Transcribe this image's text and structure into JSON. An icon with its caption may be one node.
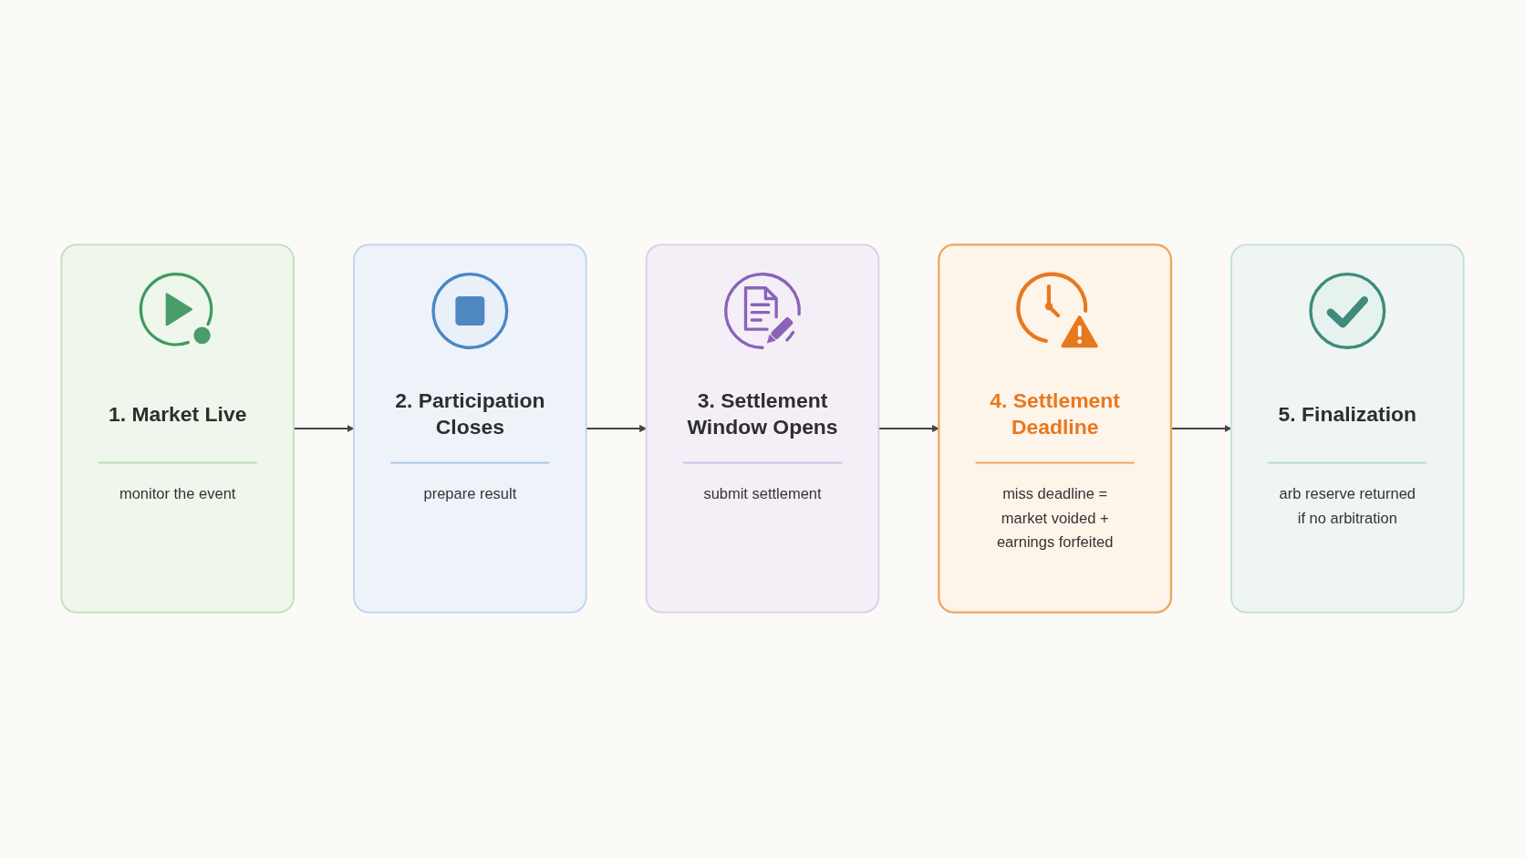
{
  "diagram": {
    "nodes": [
      {
        "text": [
          "1. Market Live",
          "monitor the event"
        ]
      },
      {
        "text": [
          "2. Participation Closes",
          "prepare result"
        ]
      },
      {
        "text": [
          "3. Settlement Window Opens",
          "submit settlement"
        ]
      },
      {
        "text": [
          "4. Settlement Deadline",
          "miss deadline = market voided + earnings forfeited"
        ]
      },
      {
        "text": [
          "5. Finalization",
          "arb reserve returned if no arbitration"
        ]
      }
    ],
    "edges": [
      {
        "from": 0,
        "to": 1,
        "arrow": "to"
      },
      {
        "from": 1,
        "to": 2,
        "arrow": "to"
      },
      {
        "from": 2,
        "to": 3,
        "arrow": "to"
      },
      {
        "from": 3,
        "to": 4,
        "arrow": "to"
      }
    ]
  }
}
